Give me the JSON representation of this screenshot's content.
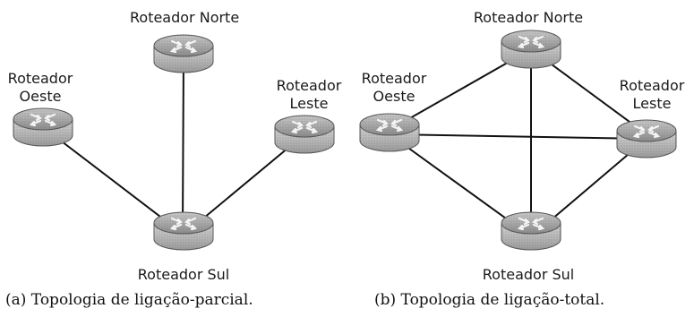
{
  "diagrams": [
    {
      "caption": "(a) Topologia de ligação-parcial.",
      "routers": {
        "norte": "Roteador Norte",
        "oeste_l1": "Roteador",
        "oeste_l2": "Oeste",
        "leste_l1": "Roteador",
        "leste_l2": "Leste",
        "sul": "Roteador Sul"
      },
      "links": [
        [
          "norte",
          "sul"
        ],
        [
          "oeste",
          "sul"
        ],
        [
          "leste",
          "sul"
        ]
      ]
    },
    {
      "caption": "(b) Topologia de ligação-total.",
      "routers": {
        "norte": "Roteador Norte",
        "oeste_l1": "Roteador",
        "oeste_l2": "Oeste",
        "leste_l1": "Roteador",
        "leste_l2": "Leste",
        "sul": "Roteador Sul"
      },
      "links": [
        [
          "norte",
          "sul"
        ],
        [
          "norte",
          "oeste"
        ],
        [
          "norte",
          "leste"
        ],
        [
          "oeste",
          "leste"
        ],
        [
          "oeste",
          "sul"
        ],
        [
          "leste",
          "sul"
        ]
      ]
    }
  ],
  "icons": {
    "router": "router-icon"
  }
}
